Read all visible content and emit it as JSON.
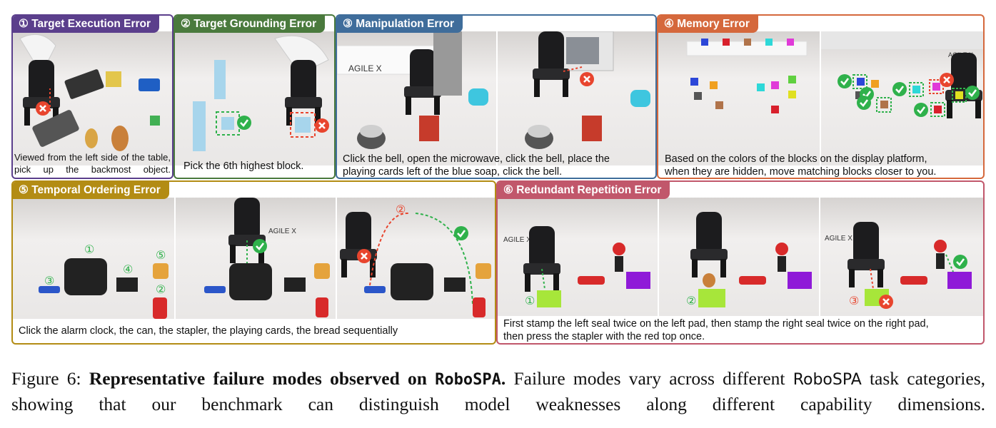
{
  "colors": {
    "target_execution": "#5b3f8c",
    "target_grounding": "#4a7a3d",
    "manipulation": "#3f6d9b",
    "memory": "#d5683c",
    "temporal_ordering": "#b38c14",
    "redundant_repetition": "#c1576b",
    "success": "#2fb14b",
    "failure": "#e8452e"
  },
  "panels": {
    "target_execution": {
      "label": "① Target Execution Error",
      "caption": "Viewed from the left side of the table, pick up the backmost object."
    },
    "target_grounding": {
      "label": "② Target Grounding Error",
      "caption": "Pick the 6th highest block."
    },
    "manipulation": {
      "label": "③ Manipulation Error",
      "caption_line1": "Click the bell, open the microwave, click the bell, place the",
      "caption_line2": "playing cards left of the blue soap, click the bell."
    },
    "memory": {
      "label": "④ Memory Error",
      "caption_line1": "Based on the colors of the blocks on the display platform,",
      "caption_line2": "when they are hidden, move matching blocks closer to you."
    },
    "temporal_ordering": {
      "label": "⑤ Temporal Ordering Error",
      "caption": "Click the alarm clock, the can, the stapler, the playing cards, the bread sequentially"
    },
    "redundant_repetition": {
      "label": "⑥ Redundant Repetition Error",
      "caption_line1": "First stamp the left seal twice on the left pad, then stamp the right seal twice on the right pad,",
      "caption_line2": "then press the stapler with the red top once."
    }
  },
  "scene_text": {
    "agilex": "AGILE X",
    "n1": "①",
    "n2": "②",
    "n3": "③",
    "n4": "④",
    "n5": "⑤"
  },
  "figure_caption": {
    "prefix": "Figure 6: ",
    "bold": "Representative failure modes observed on ",
    "bold_name": "RoboSPA",
    "bold_end": ".",
    "text1": " Failure modes vary across different ",
    "name": "RoboSPA",
    "text2": " task categories, showing that our benchmark can distinguish model weaknesses along different capability dimensions."
  }
}
